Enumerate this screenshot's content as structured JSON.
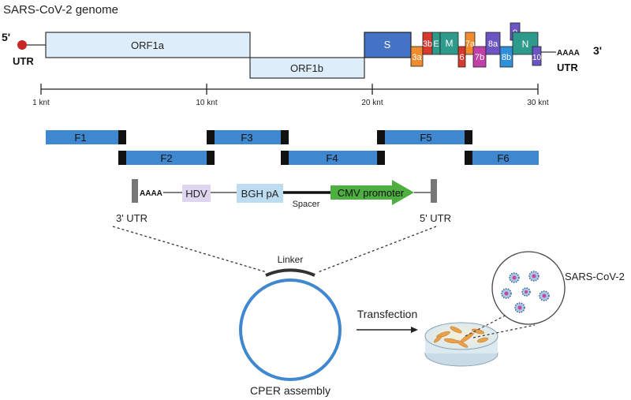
{
  "title": "SARS-CoV-2 genome",
  "genome": {
    "five_prime": "5'",
    "three_prime": "3'",
    "utr_left": "UTR",
    "utr_right": "UTR",
    "polyA": "AAAA",
    "orf1a": "ORF1a",
    "orf1b": "ORF1b",
    "genes": {
      "S": "S",
      "g3a": "3a",
      "g3b": "3b",
      "E": "E",
      "M": "M",
      "g6": "6",
      "g7a": "7a",
      "g7b": "7b",
      "g8a": "8a",
      "g8b": "8b",
      "g9": "9",
      "N": "N",
      "g10": "10"
    }
  },
  "scale": {
    "tick_1": "1 knt",
    "tick_10": "10 knt",
    "tick_20": "20 knt",
    "tick_30": "30 knt"
  },
  "fragments": {
    "F1": "F1",
    "F2": "F2",
    "F3": "F3",
    "F4": "F4",
    "F5": "F5",
    "F6": "F6"
  },
  "linker_construct": {
    "polyA": "AAAA",
    "hdv": "HDV",
    "bgh": "BGH pA",
    "spacer": "Spacer",
    "cmv": "CMV promoter",
    "utr3": "3' UTR",
    "utr5": "5' UTR"
  },
  "assembly": {
    "linker": "Linker",
    "cper": "CPER assembly",
    "transfection": "Transfection",
    "virus": "SARS-CoV-2"
  },
  "colors": {
    "orf_fill": "#ddeefa",
    "s_fill": "#4472c4",
    "fragment_fill": "#3f87cf",
    "hdv_fill": "#ddd6ee",
    "bgh_fill": "#bcdcf2",
    "cmv_fill": "#4caf3f",
    "plasmid": "#3f87cf"
  }
}
